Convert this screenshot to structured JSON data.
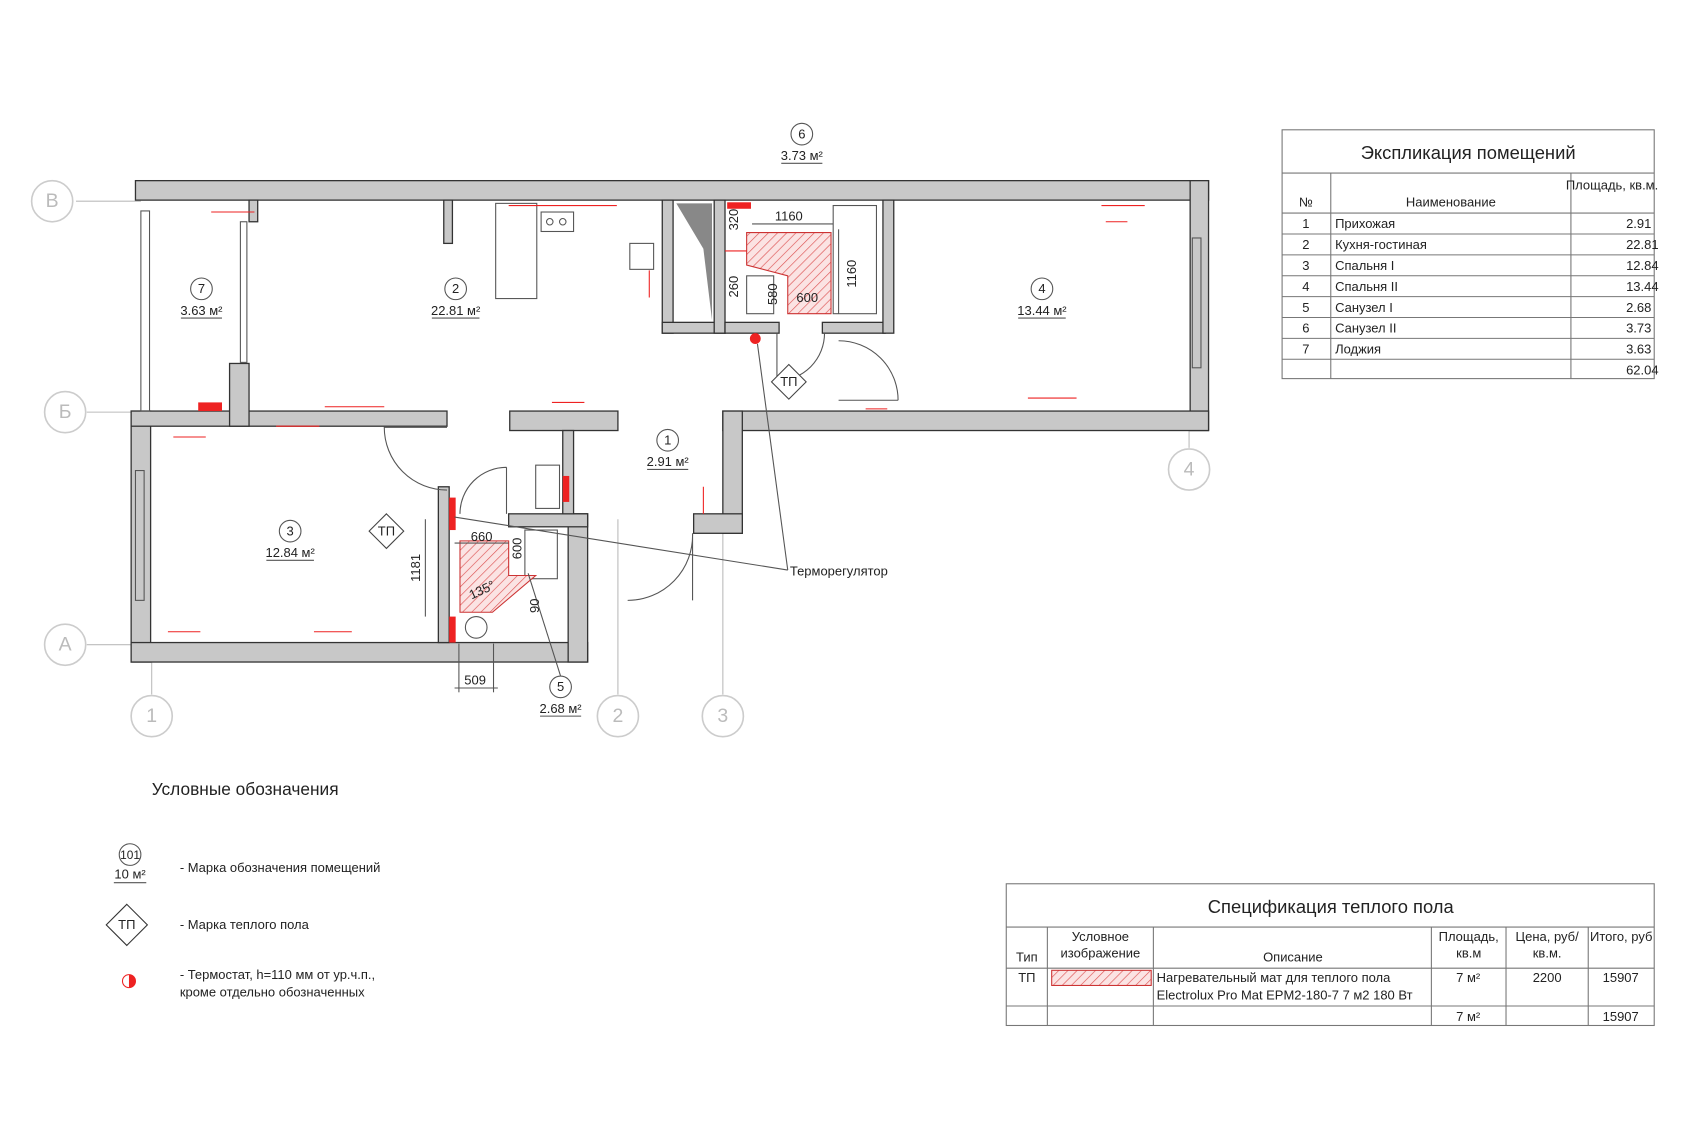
{
  "grid_axes": {
    "rows": [
      "В",
      "Б",
      "А"
    ],
    "cols": [
      "1",
      "2",
      "3",
      "4"
    ]
  },
  "rooms": [
    {
      "num": "1",
      "area": "2.91 м²"
    },
    {
      "num": "2",
      "area": "22.81 м²"
    },
    {
      "num": "3",
      "area": "12.84 м²"
    },
    {
      "num": "4",
      "area": "13.44 м²"
    },
    {
      "num": "5",
      "area": "2.68 м²"
    },
    {
      "num": "6",
      "area": "3.73 м²"
    },
    {
      "num": "7",
      "area": "3.63 м²"
    }
  ],
  "floor_heating_mark": "ТП",
  "thermostat_label": "Терморегулятор",
  "dimensions": {
    "d1160a": "1160",
    "d320": "320",
    "d260": "260",
    "d580": "580",
    "d600a": "600",
    "d1160b": "1160",
    "d660": "660",
    "d600b": "600",
    "d1181": "1181",
    "d135": "135°",
    "d90": "90",
    "d509": "509"
  },
  "explication": {
    "title": "Экспликация помещений",
    "headers": [
      "№",
      "Наименование",
      "Площадь, кв.м."
    ],
    "rows": [
      [
        "1",
        "Прихожая",
        "2.91"
      ],
      [
        "2",
        "Кухня-гостиная",
        "22.81"
      ],
      [
        "3",
        "Спальня I",
        "12.84"
      ],
      [
        "4",
        "Спальня II",
        "13.44"
      ],
      [
        "5",
        "Санузел I",
        "2.68"
      ],
      [
        "6",
        "Санузел II",
        "3.73"
      ],
      [
        "7",
        "Лоджия",
        "3.63"
      ]
    ],
    "total": "62.04"
  },
  "legend": {
    "title": "Условные обозначения",
    "room_mark_num": "101",
    "room_mark_area": "10 м²",
    "room_mark_desc": "- Марка обозначения помещений",
    "heat_mark": "ТП",
    "heat_mark_desc": "- Марка теплого пола",
    "thermostat_desc_1": "- Термостат, h=110 мм от ур.ч.п.,",
    "thermostat_desc_2": "кроме отдельно обозначенных"
  },
  "spec": {
    "title": "Спецификация теплого пола",
    "headers": [
      "Тип",
      "Условное изображение",
      "Описание",
      "Площадь, кв.м",
      "Цена, руб/кв.м.",
      "Итого, руб"
    ],
    "row": {
      "type": "ТП",
      "desc_1": "Нагревательный мат для теплого пола",
      "desc_2": "Electrolux Pro Mat EPM2-180-7 7 м2 180 Вт",
      "area": "7 м²",
      "price": "2200",
      "total": "15907"
    },
    "totals": {
      "area": "7 м²",
      "total": "15907"
    }
  },
  "colors": {
    "wall": "#c8c8c8",
    "accent_red": "#e22222"
  }
}
